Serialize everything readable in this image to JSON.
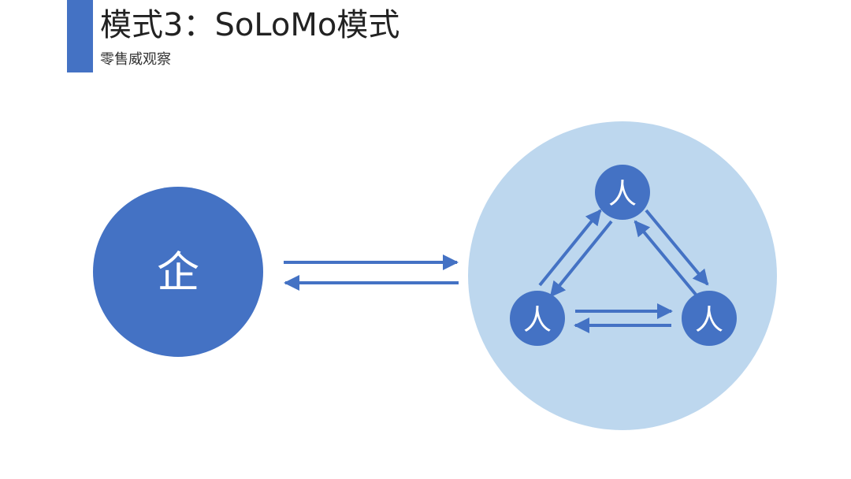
{
  "header": {
    "title": "模式3：SoLoMo模式",
    "subtitle": "零售威观察"
  },
  "diagram": {
    "enterprise_node": {
      "label": "企"
    },
    "people_nodes": [
      {
        "label": "人"
      },
      {
        "label": "人"
      },
      {
        "label": "人"
      }
    ]
  },
  "colors": {
    "accent": "#4472C4",
    "light_circle": "#BDD7EE",
    "arrow": "#4472C4"
  }
}
